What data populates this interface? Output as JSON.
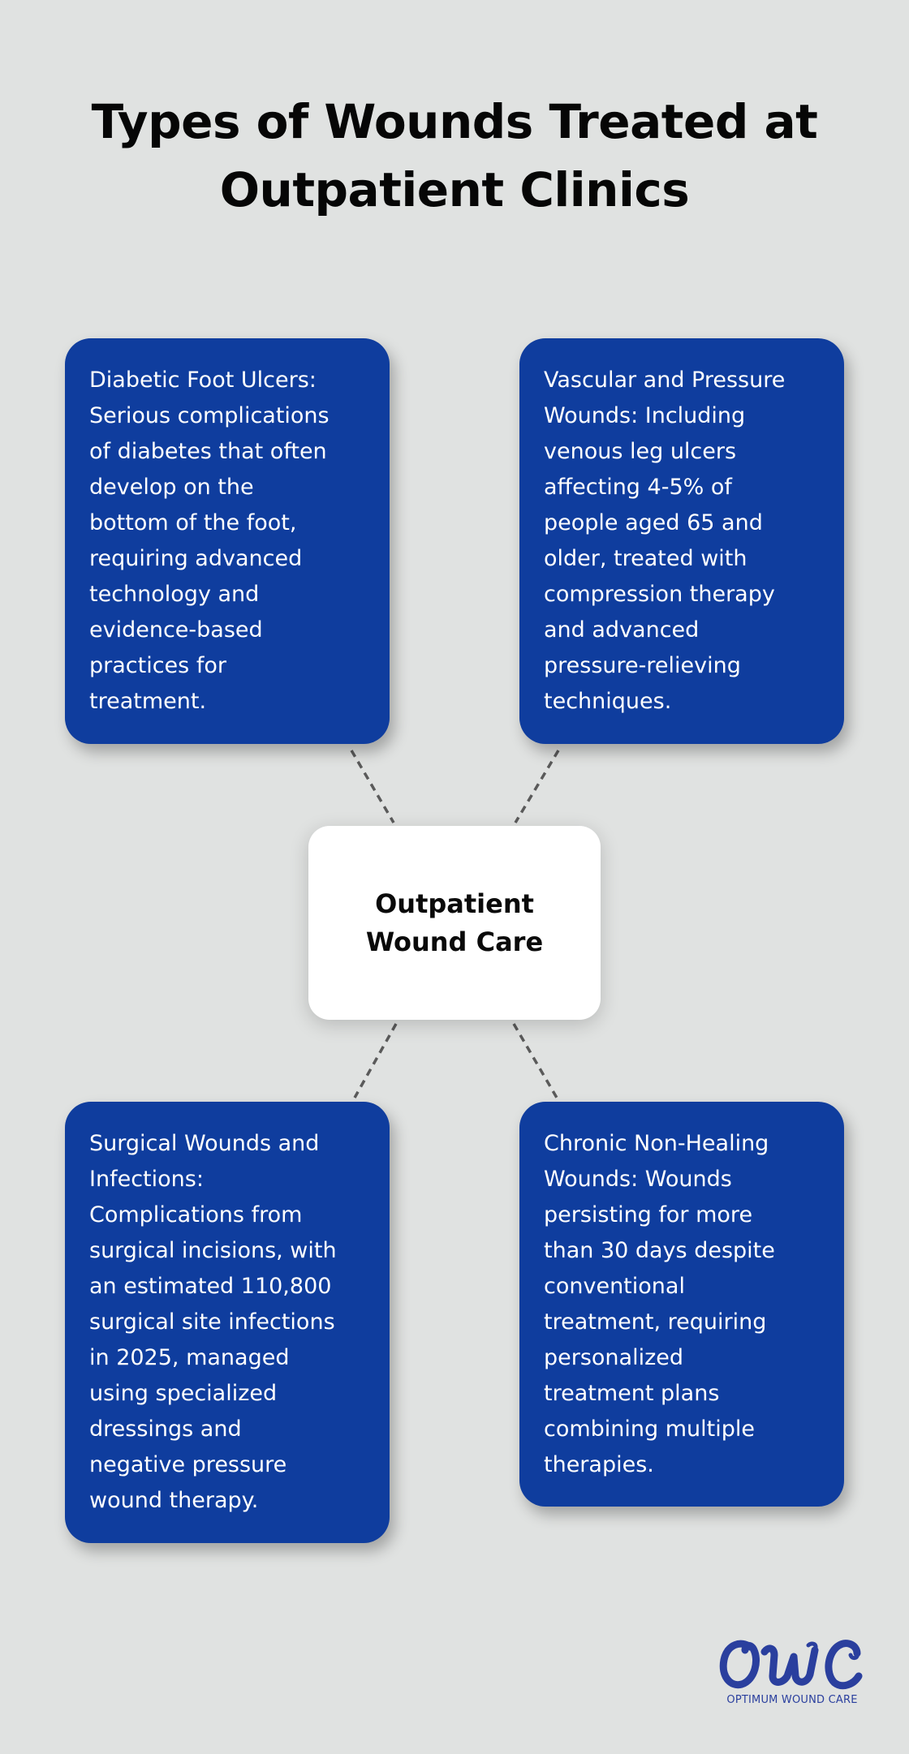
{
  "title": {
    "lines": [
      "Types of Wounds Treated at",
      "Outpatient Clinics"
    ]
  },
  "center_node": {
    "lines": [
      "Outpatient",
      "Wound Care"
    ]
  },
  "cards": [
    {
      "position": "top-left",
      "heading": "Diabetic Foot Ulcers:",
      "lines": [
        "Diabetic Foot Ulcers:",
        "Serious complications",
        "of diabetes that often",
        "develop on the",
        "bottom of the foot,",
        "requiring advanced",
        "technology and",
        "evidence-based",
        "practices for",
        "treatment."
      ]
    },
    {
      "position": "top-right",
      "heading": "Vascular and Pressure Wounds:",
      "lines": [
        "Vascular and Pressure",
        "Wounds: Including",
        "venous leg ulcers",
        "affecting 4-5% of",
        "people aged 65 and",
        "older, treated with",
        "compression therapy",
        "and advanced",
        "pressure-relieving",
        "techniques."
      ]
    },
    {
      "position": "bottom-left",
      "heading": "Surgical Wounds and Infections:",
      "lines": [
        "Surgical Wounds and",
        "Infections:",
        "Complications from",
        "surgical incisions, with",
        "an estimated 110,800",
        "surgical site infections",
        "in 2025, managed",
        "using specialized",
        "dressings and",
        "negative pressure",
        "wound therapy."
      ]
    },
    {
      "position": "bottom-right",
      "heading": "Chronic Non-Healing Wounds:",
      "lines": [
        "Chronic Non-Healing",
        "Wounds: Wounds",
        "persisting for more",
        "than 30 days despite",
        "conventional",
        "treatment, requiring",
        "personalized",
        "treatment plans",
        "combining multiple",
        "therapies."
      ]
    }
  ],
  "logo": {
    "mark": "OWC",
    "subtitle": "OPTIMUM WOUND CARE"
  },
  "colors": {
    "background": "#e0e2e1",
    "card": "#0f3d9e",
    "card_text": "#ffffff",
    "center_node": "#ffffff",
    "connector": "#5a5a5a",
    "logo": "#2a3f9e",
    "title": "#060606"
  }
}
